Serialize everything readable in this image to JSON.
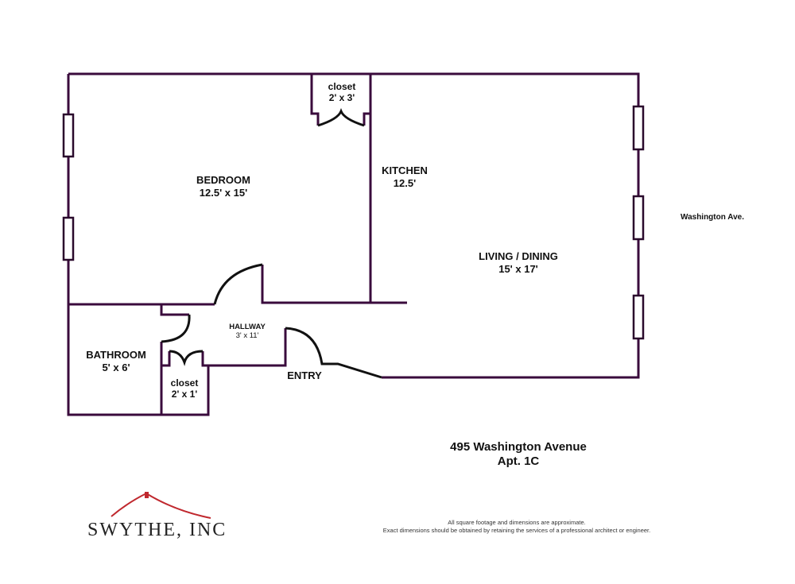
{
  "rooms": {
    "bedroom": {
      "name": "BEDROOM",
      "size": "12.5' x 15'"
    },
    "closet_top": {
      "name": "closet",
      "size": "2' x 3'"
    },
    "kitchen": {
      "name": "KITCHEN",
      "size": "12.5'"
    },
    "living": {
      "name": "LIVING / DINING",
      "size": "15' x 17'"
    },
    "hallway": {
      "name": "HALLWAY",
      "size": "3' x 11'"
    },
    "bathroom": {
      "name": "BATHROOM",
      "size": "5' x 6'"
    },
    "closet_bottom": {
      "name": "closet",
      "size": "2' x 1'"
    },
    "entry": {
      "name": "ENTRY"
    }
  },
  "street": "Washington Ave.",
  "address": {
    "line1": "495 Washington Avenue",
    "line2": "Apt. 1C"
  },
  "disclaimer": {
    "line1": "All square footage and dimensions are approximate.",
    "line2": "Exact dimensions should be obtained by retaining the services of a professional architect or engineer."
  },
  "logo": {
    "text": "SWYTHE, INC"
  },
  "colors": {
    "wall": "#3a0b3c",
    "logo_roof": "#c0282e"
  }
}
